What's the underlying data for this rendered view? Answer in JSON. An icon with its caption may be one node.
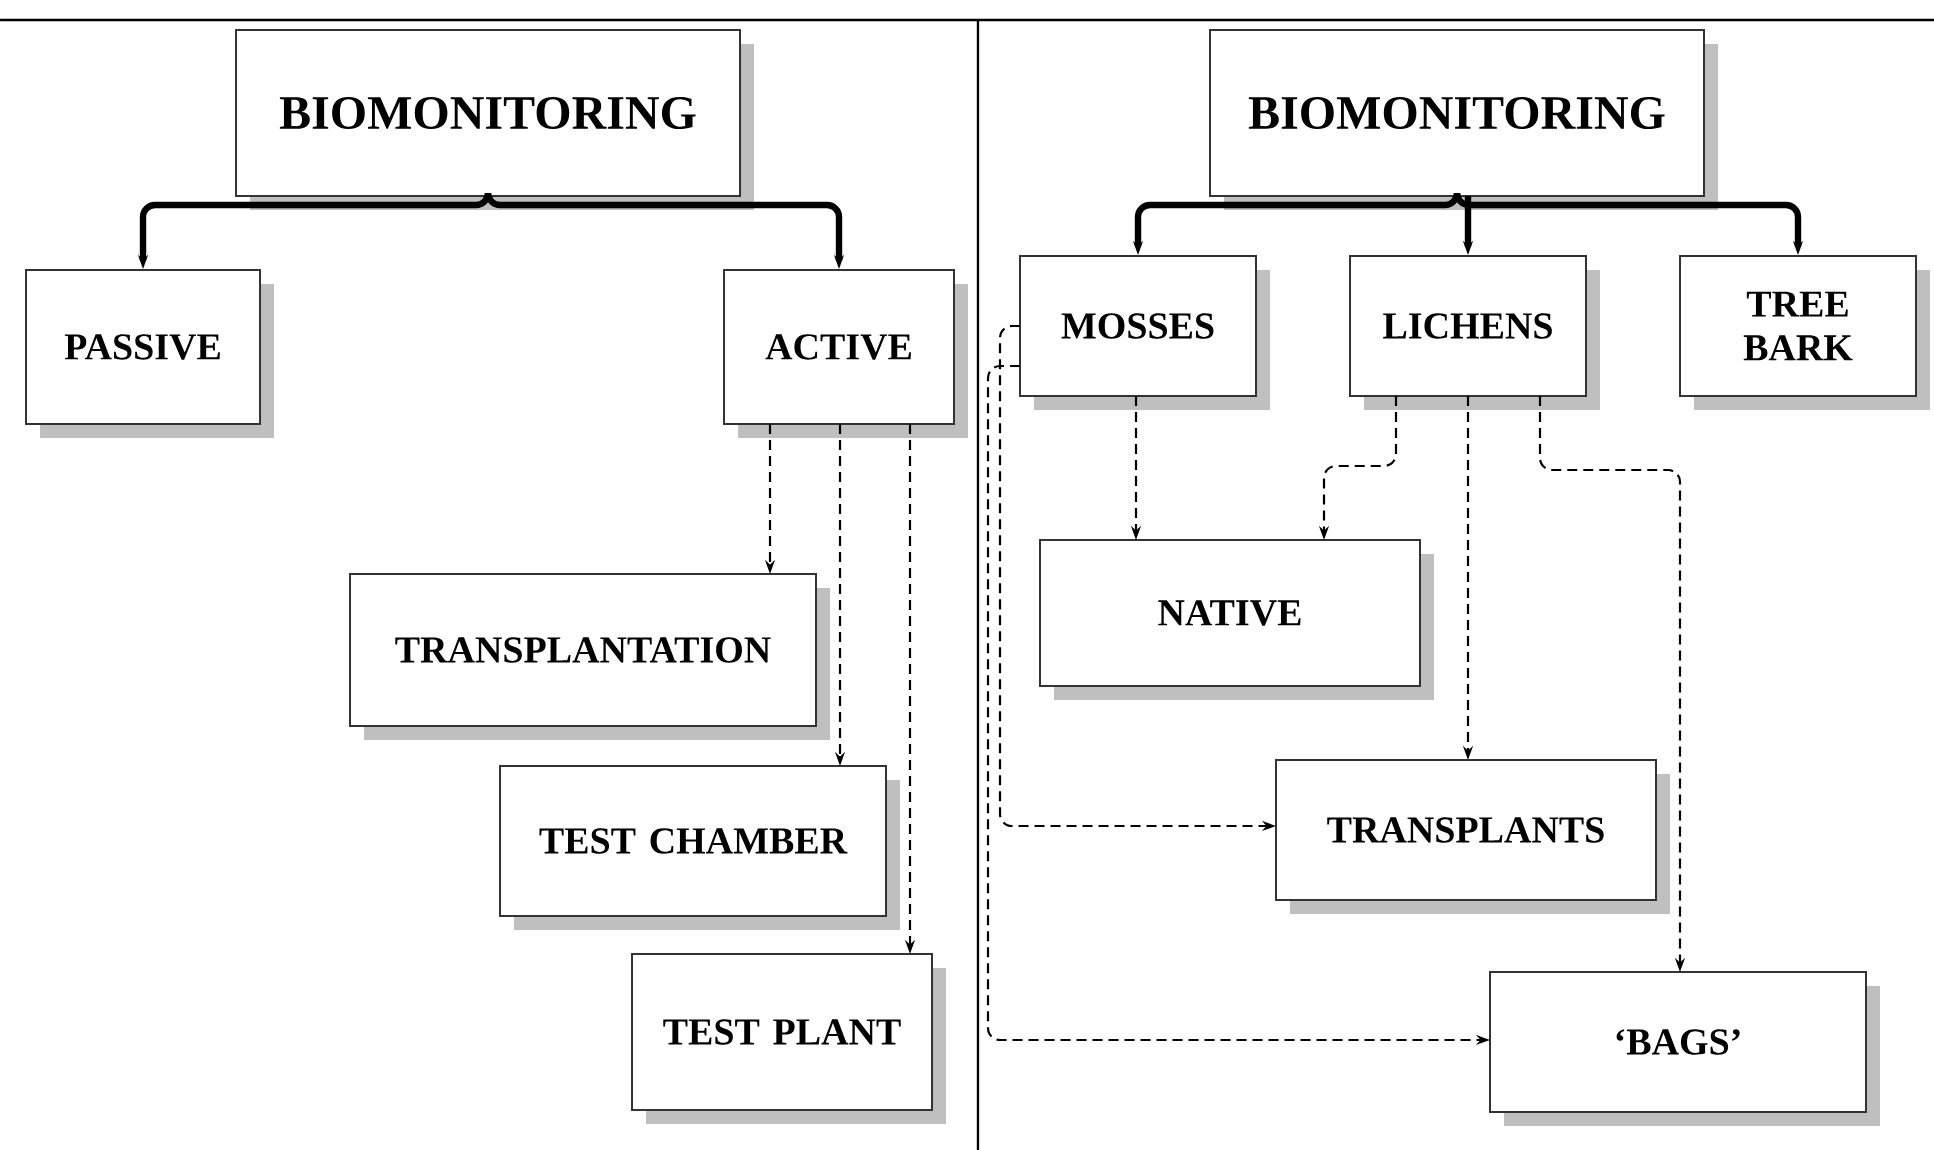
{
  "diagram": {
    "nodes": [
      {
        "text": [
          "BIOMONITORING"
        ]
      },
      {
        "text": [
          "PASSIVE"
        ]
      },
      {
        "text": [
          "ACTIVE"
        ]
      },
      {
        "text": [
          "TRANSPLANTATION"
        ]
      },
      {
        "text": [
          "TEST CHAMBER"
        ]
      },
      {
        "text": [
          "TEST PLANT"
        ]
      },
      {
        "text": [
          "BIOMONITORING"
        ]
      },
      {
        "text": [
          "MOSSES"
        ]
      },
      {
        "text": [
          "LICHENS"
        ]
      },
      {
        "text": [
          "TREE BARK"
        ]
      },
      {
        "text": [
          "NATIVE"
        ]
      },
      {
        "text": [
          "TRANSPLANTS"
        ]
      },
      {
        "text": [
          "‘BAGS’"
        ]
      }
    ],
    "edges": [
      {
        "from": 0,
        "to": 1,
        "arrow": "to",
        "style": "thick"
      },
      {
        "from": 0,
        "to": 2,
        "arrow": "to",
        "style": "thick"
      },
      {
        "from": 2,
        "to": 3,
        "arrow": "to",
        "style": "dashed"
      },
      {
        "from": 2,
        "to": 4,
        "arrow": "to",
        "style": "dashed"
      },
      {
        "from": 2,
        "to": 5,
        "arrow": "to",
        "style": "dashed"
      },
      {
        "from": 6,
        "to": 7,
        "arrow": "to",
        "style": "thick"
      },
      {
        "from": 6,
        "to": 8,
        "arrow": "to",
        "style": "thick"
      },
      {
        "from": 6,
        "to": 9,
        "arrow": "to",
        "style": "thick"
      },
      {
        "from": 7,
        "to": 10,
        "arrow": "to",
        "style": "dashed"
      },
      {
        "from": 8,
        "to": 10,
        "arrow": "to",
        "style": "dashed"
      },
      {
        "from": 8,
        "to": 11,
        "arrow": "to",
        "style": "dashed"
      },
      {
        "from": 8,
        "to": 12,
        "arrow": "to",
        "style": "dashed"
      },
      {
        "from": 7,
        "to": 11,
        "arrow": "to",
        "style": "dashed"
      },
      {
        "from": 7,
        "to": 12,
        "arrow": "to",
        "style": "dashed"
      }
    ]
  }
}
